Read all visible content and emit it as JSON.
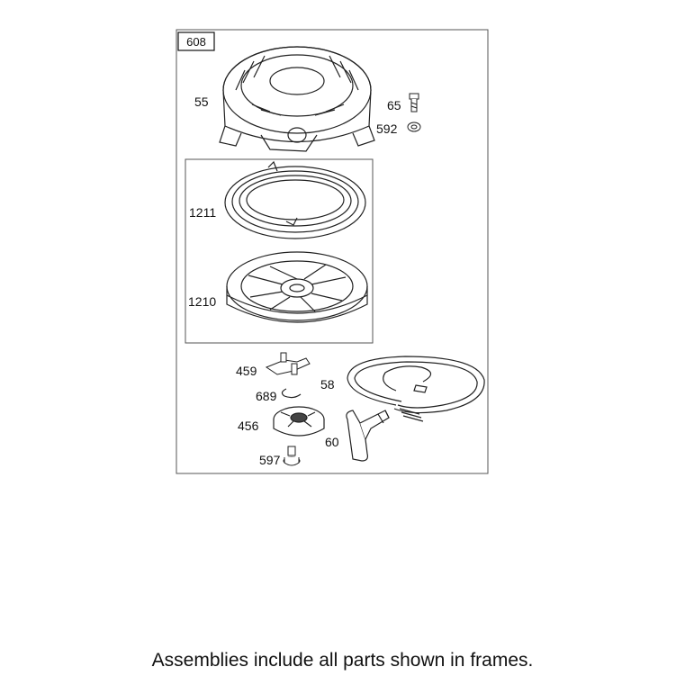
{
  "assembly_label": "608",
  "parts": {
    "p55": "55",
    "p65": "65",
    "p592": "592",
    "p1211": "1211",
    "p1210": "1210",
    "p459": "459",
    "p58": "58",
    "p689": "689",
    "p456": "456",
    "p60": "60",
    "p597": "597"
  },
  "footnote": "Assemblies include all parts shown in frames."
}
